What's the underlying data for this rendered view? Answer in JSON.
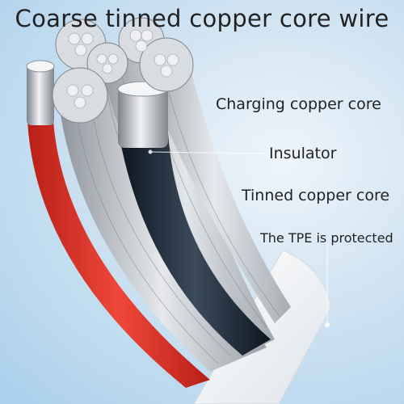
{
  "image": {
    "title": "Coarse tinned copper core wire",
    "callouts": [
      "Charging copper core",
      "Insulator",
      "Tinned copper core",
      "The TPE is protected"
    ],
    "colors": {
      "background": "#a9cfec",
      "red_insulation": "#e0362b",
      "black_insulation": "#1a2a3a",
      "tinned_strands": "#c9ccd1",
      "tpe_jacket": "#f4f6f8"
    }
  }
}
